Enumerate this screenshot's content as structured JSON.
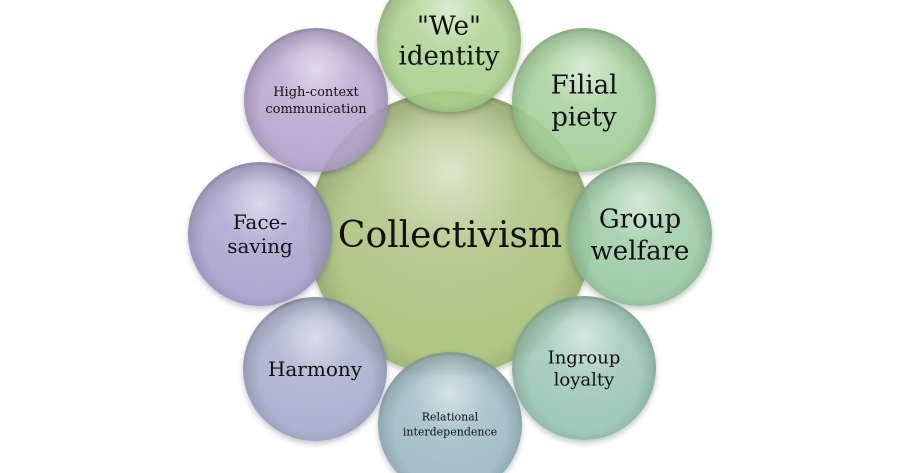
{
  "center": {
    "label": "Collectivism",
    "color": "#a9c27a"
  },
  "nodes": [
    {
      "id": "we-identity",
      "lines": [
        "\"We\"",
        "identity"
      ],
      "color": "#a8d08a"
    },
    {
      "id": "filial-piety",
      "lines": [
        "Filial",
        "piety"
      ],
      "color": "#9fcf95"
    },
    {
      "id": "group-welfare",
      "lines": [
        "Group",
        "welfare"
      ],
      "color": "#97c9a1"
    },
    {
      "id": "ingroup-loyalty",
      "lines": [
        "Ingroup",
        "loyalty"
      ],
      "color": "#97c5b1"
    },
    {
      "id": "relational-interdependence",
      "lines": [
        "Relational",
        "interdependence"
      ],
      "color": "#9ab8c2"
    },
    {
      "id": "harmony",
      "lines": [
        "Harmony"
      ],
      "color": "#a2abca"
    },
    {
      "id": "face-saving",
      "lines": [
        "Face-",
        "saving"
      ],
      "color": "#a5a0cb"
    },
    {
      "id": "high-context-communication",
      "lines": [
        "High-context",
        "communication"
      ],
      "color": "#b3a2cc"
    }
  ]
}
